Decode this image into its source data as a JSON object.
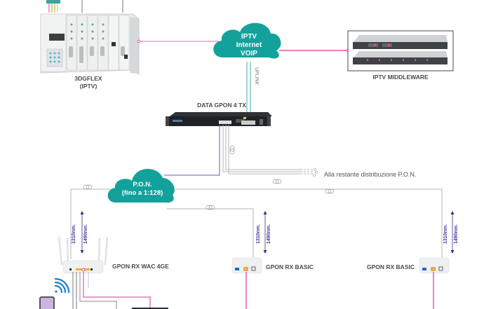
{
  "colors": {
    "cloud": "#13a29b",
    "pink_link": "#e0329b",
    "uplink": "#3bb3ad",
    "fiber": "#b5b5b5",
    "fiber_primary": "#6a5ab8",
    "wavelength_arrow": "#3b2a8f"
  },
  "nodes": {
    "headend": {
      "name": "3DGFLEX",
      "sub": "(IPTV)"
    },
    "cloud_services": {
      "line1": "IPTV",
      "line2": "Internet",
      "line3": "VOIP"
    },
    "middleware": {
      "name": "IPTV MIDDLEWARE"
    },
    "olt": {
      "name": "DATA GPON 4 TX"
    },
    "uplink_label": "UPLINK",
    "pon_cloud": {
      "line1": "P.O.N.",
      "line2": "(fino a 1:128)"
    },
    "rest_distribution": "Alla restante distribuzione P.O.N.",
    "onu_wac": {
      "name": "GPON RX WAC 4GE"
    },
    "onu_basic_1": {
      "name": "GPON RX BASIC"
    },
    "onu_basic_2": {
      "name": "GPON RX BASIC"
    }
  },
  "wavelengths": {
    "up": "1310nm.",
    "down": "1490nm."
  },
  "icons": [
    "wifi-icon",
    "smartphone-icon",
    "laptop-icon",
    "fiber-coil-icon"
  ]
}
